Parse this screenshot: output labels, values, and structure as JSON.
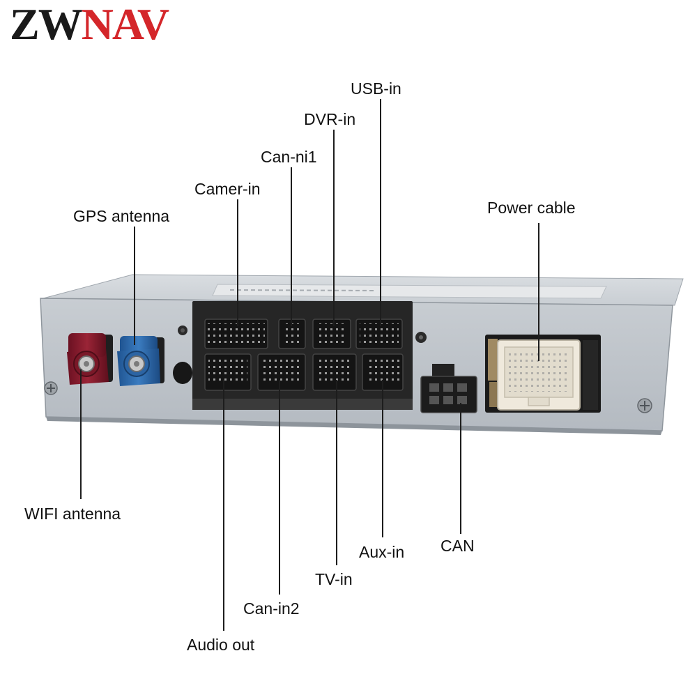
{
  "logo": {
    "part_dark": "ZW",
    "part_red": "NAV"
  },
  "colors": {
    "logo_dark": "#1a1a1a",
    "logo_red": "#d4262a",
    "housing": "#c3c9cf",
    "wifi_connector": "#8a1c2e",
    "gps_connector": "#2f6fb2",
    "power_connector": "#efe9dc"
  },
  "labels": {
    "gps_antenna": "GPS antenna",
    "camer_in": "Camer-in",
    "can_ni1": "Can-ni1",
    "dvr_in": "DVR-in",
    "usb_in": "USB-in",
    "power_cable": "Power cable",
    "wifi_antenna": "WIFI antenna",
    "audio_out": "Audio out",
    "can_in2": "Can-in2",
    "tv_in": "TV-in",
    "aux_in": "Aux-in",
    "can": "CAN"
  }
}
